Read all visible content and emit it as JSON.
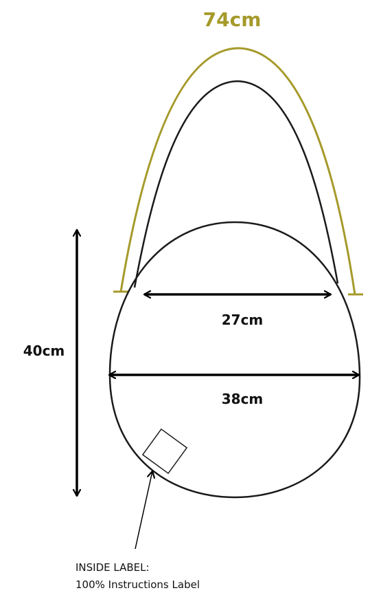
{
  "colors": {
    "strap_accent": "#a59a2a",
    "outline": "#1a1a1a",
    "arrow": "#000000"
  },
  "labels": {
    "strap_length": "74cm",
    "top_width": "27cm",
    "bag_width": "38cm",
    "bag_height": "40cm",
    "note_line1": "INSIDE LABEL:",
    "note_line2": "100% Instructions Label"
  }
}
